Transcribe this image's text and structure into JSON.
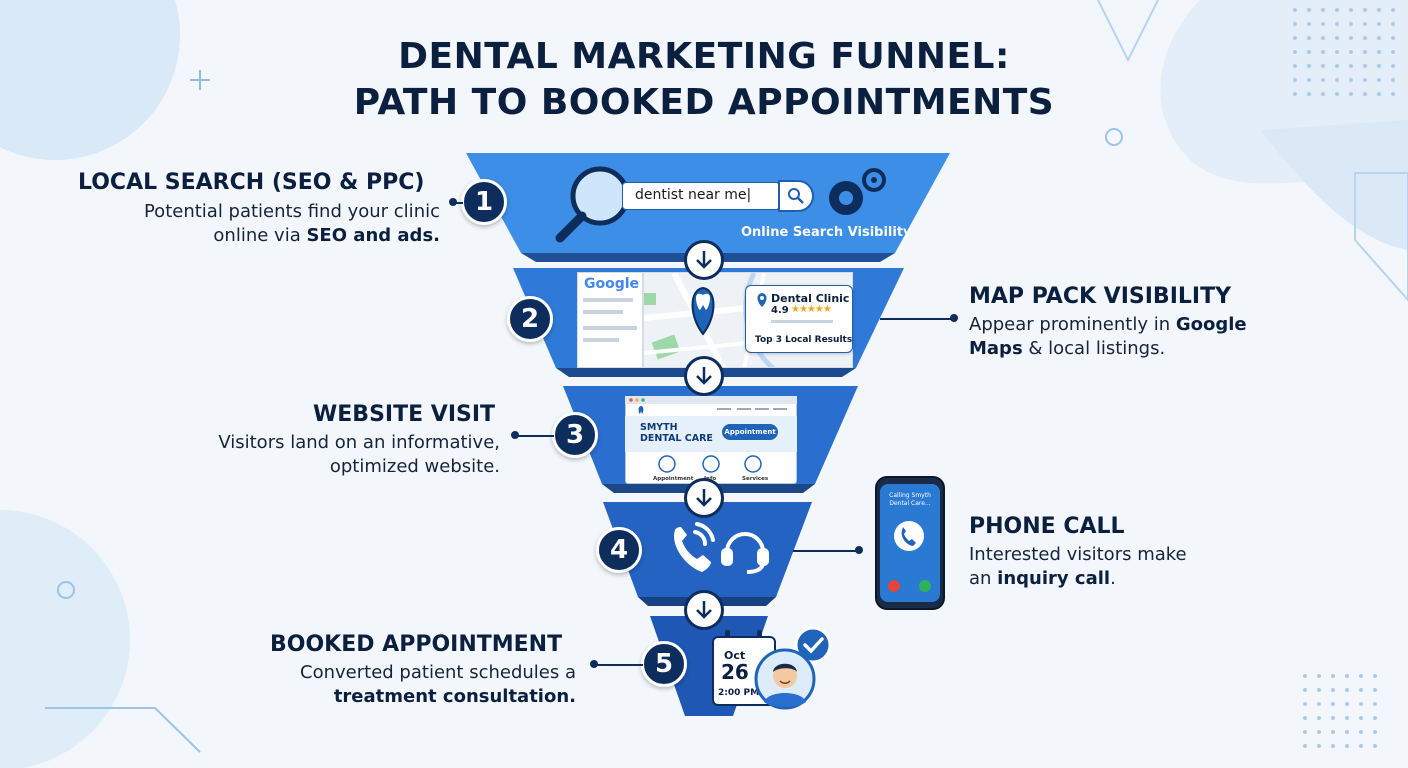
{
  "title": {
    "line1": "DENTAL MARKETING FUNNEL:",
    "line2": "PATH TO BOOKED APPOINTMENTS"
  },
  "stages": [
    {
      "number": "1",
      "title": "LOCAL SEARCH (SEO & PPC)",
      "desc_line1": "Potential patients find your clinic",
      "desc_line2_pre": "online via ",
      "desc_line2_bold": "SEO and ads.",
      "search_query": "dentist near me|",
      "badge": "Online Search Visibility"
    },
    {
      "number": "2",
      "title": "MAP PACK VISIBILITY",
      "desc_line1_pre": "Appear prominently in ",
      "desc_line1_bold": "Google",
      "desc_line2_bold": "Maps",
      "desc_line2_post": " & local listings.",
      "google_logo": "Google",
      "popup_title": "Dental Clinic",
      "popup_rating": "4.9",
      "popup_stars": "★★★★★",
      "popup_footer": "Top 3 Local Results"
    },
    {
      "number": "3",
      "title": "WEBSITE VISIT",
      "desc_line1": "Visitors land on an informative,",
      "desc_line2": "optimized website.",
      "site_brand_1": "SMYTH",
      "site_brand_2": "DENTAL CARE",
      "site_button": "Appointment",
      "site_caption_1": "Appointment",
      "site_caption_2": "Info",
      "site_caption_3": "Services"
    },
    {
      "number": "4",
      "title": "PHONE CALL",
      "desc_line1": "Interested visitors make",
      "desc_line2_pre": "an ",
      "desc_line2_bold": "inquiry call",
      "desc_line2_post": ".",
      "phone_line1": "Calling Smyth",
      "phone_line2": "Dental Care..."
    },
    {
      "number": "5",
      "title": "BOOKED APPOINTMENT",
      "desc_line1": "Converted patient schedules a",
      "desc_line2_bold": "treatment consultation.",
      "cal_month": "Oct",
      "cal_day": "26",
      "cal_time": "2:00 PM"
    }
  ],
  "colors": {
    "navy": "#0d2d5c",
    "tier1": "#3d8ee6",
    "tier2": "#2f7ad8",
    "tier3": "#2a6fcf",
    "tier4": "#2463c2",
    "tier5": "#1f57b4",
    "accent": "#1f64b8"
  },
  "icons": [
    "magnifier-icon",
    "search-icon",
    "gear-icon",
    "map-pin-icon",
    "tooth-icon",
    "phone-icon",
    "headset-icon",
    "calendar-icon",
    "check-icon",
    "down-arrow-icon"
  ]
}
